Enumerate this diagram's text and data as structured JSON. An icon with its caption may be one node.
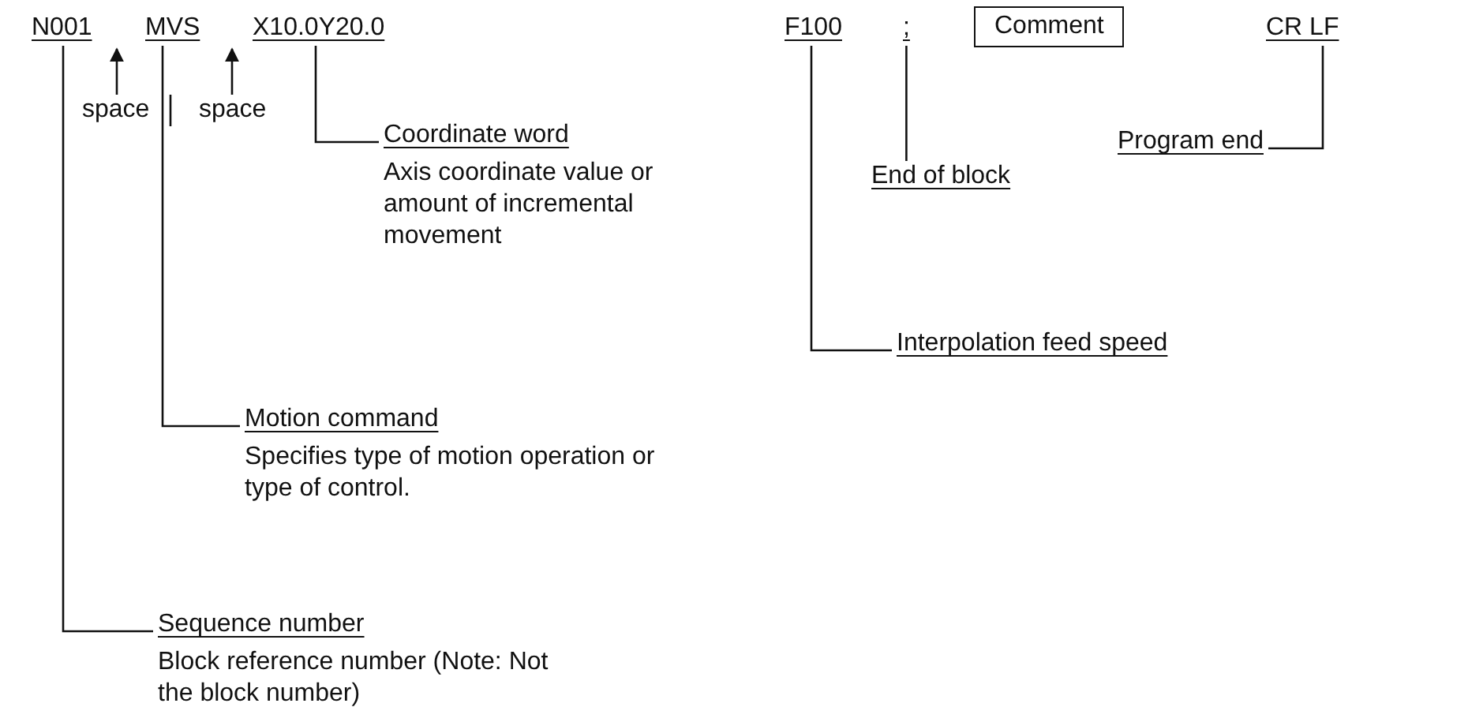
{
  "diagram": {
    "nodes": [
      {
        "text": [
          "N001"
        ]
      },
      {
        "text": [
          "MVS"
        ]
      },
      {
        "text": [
          "X10.0Y20.0"
        ]
      },
      {
        "text": [
          "F100"
        ]
      },
      {
        "text": [
          ";"
        ]
      },
      {
        "text": [
          "Comment"
        ]
      },
      {
        "text": [
          "CR LF"
        ]
      },
      {
        "text": [
          "space"
        ]
      },
      {
        "text": [
          "space"
        ]
      },
      {
        "text": [
          "Coordinate word",
          "Axis coordinate value or amount of incremental movement"
        ]
      },
      {
        "text": [
          "End of block"
        ]
      },
      {
        "text": [
          "Program end"
        ]
      },
      {
        "text": [
          "Interpolation feed speed"
        ]
      },
      {
        "text": [
          "Motion command",
          "Specifies type of motion operation or type of control."
        ]
      },
      {
        "text": [
          "Sequence number",
          "Block reference number (Note: Not the block number)"
        ]
      }
    ],
    "edges": [
      {
        "from": 9,
        "to": 2,
        "arrow": "none"
      },
      {
        "from": 10,
        "to": 4,
        "arrow": "none"
      },
      {
        "from": 11,
        "to": 6,
        "arrow": "none"
      },
      {
        "from": 12,
        "to": 3,
        "arrow": "none"
      },
      {
        "from": 13,
        "to": 1,
        "arrow": "none"
      },
      {
        "from": 14,
        "to": 0,
        "arrow": "none"
      },
      {
        "from": 7,
        "to": 1,
        "arrow": "to"
      },
      {
        "from": 8,
        "to": 2,
        "arrow": "to"
      }
    ]
  }
}
